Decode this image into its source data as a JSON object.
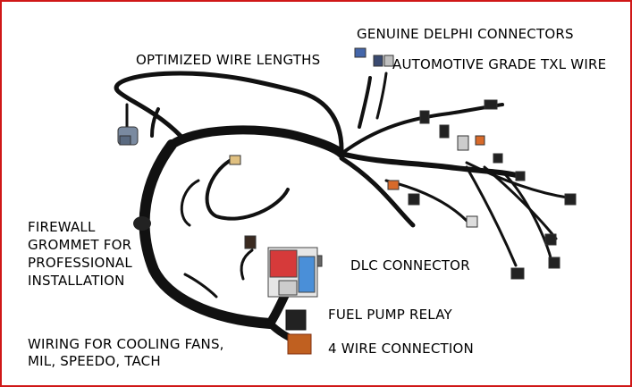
{
  "colors": {
    "border": "#d01818",
    "wire": "#111111",
    "ecu_white": "#e6e6e6",
    "ecu_red": "#d63a3a",
    "ecu_blue": "#4a8fd8",
    "connector_orange": "#d86a2a"
  },
  "labels": {
    "genuine_delphi": "GENUINE DELPHI CONNECTORS",
    "txl_wire": "AUTOMOTIVE GRADE TXL WIRE",
    "wire_lengths": "OPTIMIZED WIRE LENGTHS",
    "firewall": [
      "FIREWALL",
      "GROMMET FOR",
      "PROFESSIONAL",
      "INSTALLATION"
    ],
    "dlc": "DLC CONNECTOR",
    "fuel_pump": "FUEL PUMP RELAY",
    "cooling": [
      "WIRING FOR COOLING FANS,",
      "MIL, SPEEDO, TACH"
    ],
    "four_wire": "4 WIRE CONNECTION"
  }
}
